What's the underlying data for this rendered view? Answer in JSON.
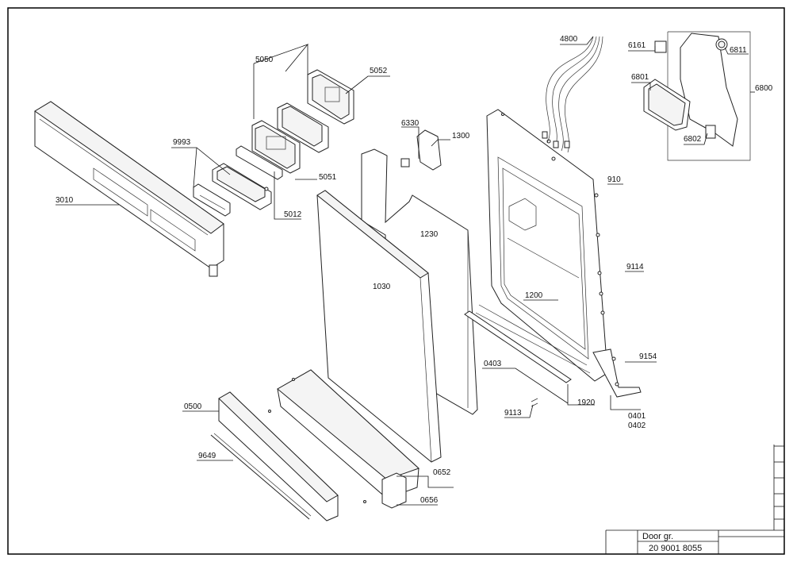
{
  "callouts": {
    "c3010": "3010",
    "c9993": "9993",
    "c5050": "5050",
    "c5052": "5052",
    "c5051": "5051",
    "c5012": "5012",
    "c6330": "6330",
    "c1300": "1300",
    "c1230": "1230",
    "c1030": "1030",
    "c4800": "4800",
    "c6161": "6161",
    "c6811": "6811",
    "c6801": "6801",
    "c6800": "6800",
    "c6802": "6802",
    "c910": "910",
    "c9114": "9114",
    "c1200": "1200",
    "c9154": "9154",
    "c0403": "0403",
    "c9113": "9113",
    "c1920": "1920",
    "c0401": "0401",
    "c0402": "0402",
    "c0500": "0500",
    "c9649": "9649",
    "c0652": "0652",
    "c0656": "0656"
  },
  "title_block": {
    "group": "Door gr.",
    "number": "20 9001 8055"
  }
}
